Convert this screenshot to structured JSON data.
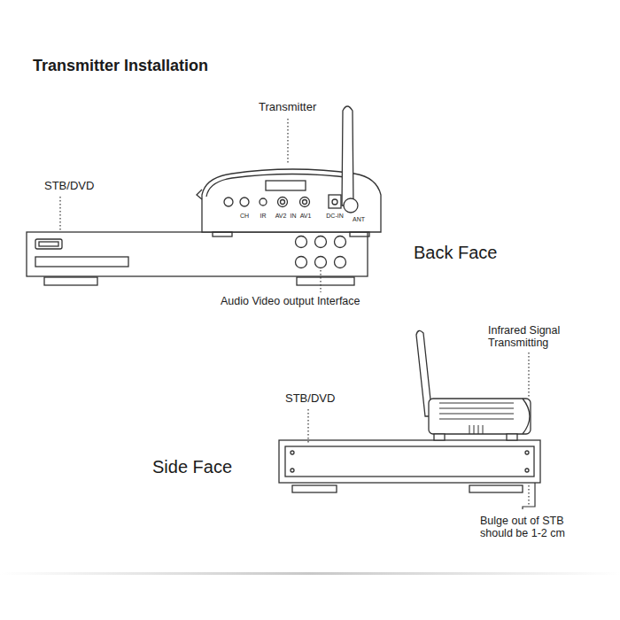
{
  "diagram": {
    "title": "Transmitter Installation",
    "labels": [
      "Transmitter",
      "STB/DVD",
      "Back Face",
      "Audio Video output Interface",
      "CH",
      "IR",
      "AV2",
      "IN",
      "AV1",
      "DC-IN",
      "ANT",
      "Infrared Signal Transmitting",
      "STB/DVD",
      "Side Face",
      "Bulge out of STB should be 1-2 cm"
    ]
  }
}
